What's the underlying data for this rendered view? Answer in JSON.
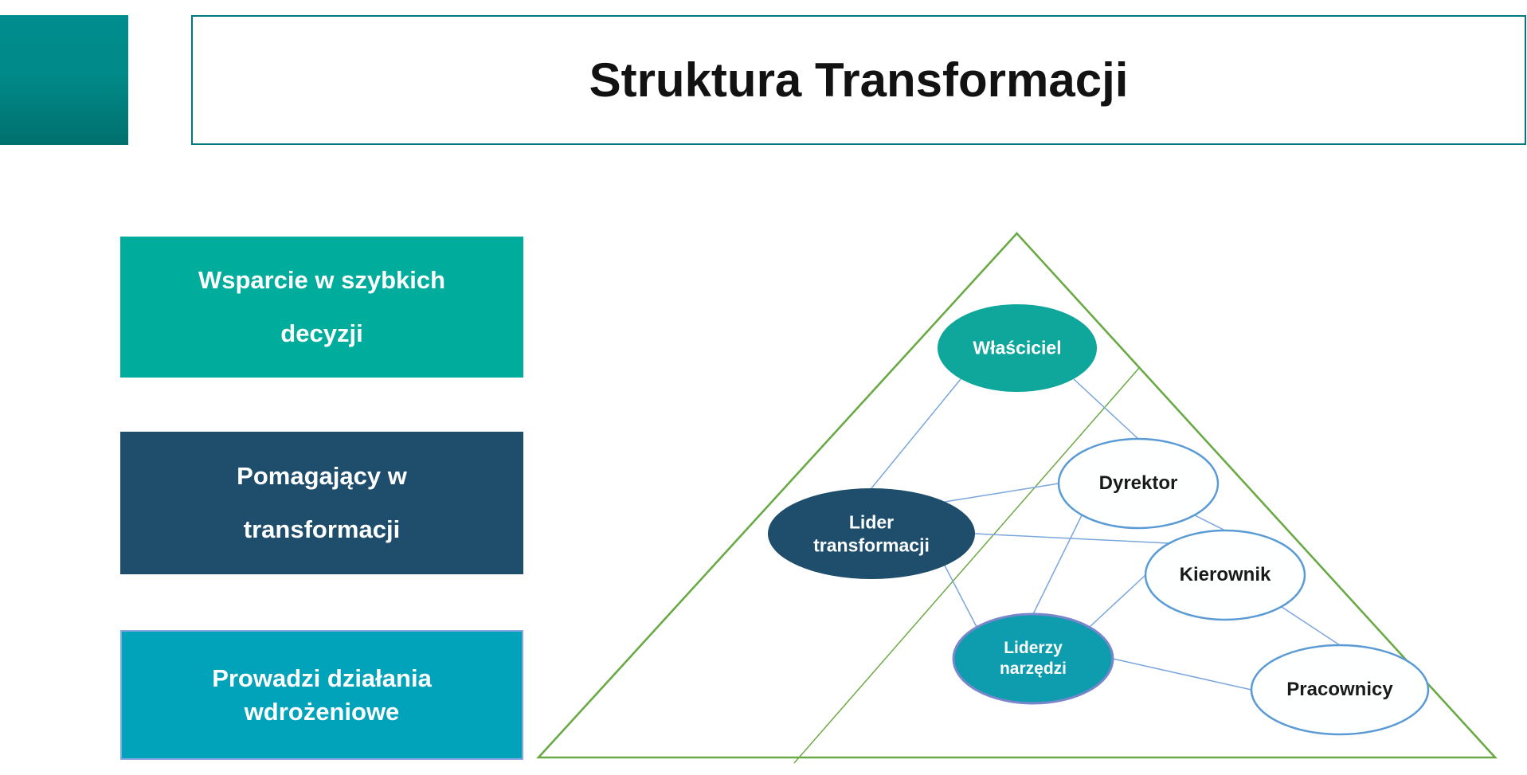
{
  "header": {
    "title": "Struktura Transformacji"
  },
  "legend_boxes": [
    {
      "label": "Wsparcie w szybkich decyzji",
      "lines": [
        "Wsparcie w szybkich",
        "decyzji"
      ],
      "color": "#00ac9b"
    },
    {
      "label": "Pomagający w transformacji",
      "lines": [
        "Pomagający w",
        "transformacji"
      ],
      "color": "#1e4e6b"
    },
    {
      "label": "Prowadzi działania wdrożeniowe",
      "lines": [
        "Prowadzi działania",
        "wdrożeniowe"
      ],
      "color": "#00a3ba"
    }
  ],
  "colors": {
    "corner_gradient_top": "#008d8d",
    "corner_gradient_bottom": "#00706e",
    "title_border": "#00787e",
    "legend_box3_border": "#84a7e2"
  },
  "diagram": {
    "colors": {
      "triangle_stroke": "#6aaa46",
      "connector_stroke": "#7aa6dc",
      "white_node_border": "#5b9bd5"
    },
    "nodes": [
      {
        "id": "wlasciciel",
        "label": "Właściciel",
        "fill": "#0fa69b",
        "text_color": "#ffffff"
      },
      {
        "id": "lider-transformacji",
        "label": "Lider transformacji",
        "lines": [
          "Lider",
          "transformacji"
        ],
        "fill": "#1e4e6b",
        "text_color": "#ffffff"
      },
      {
        "id": "dyrektor",
        "label": "Dyrektor",
        "fill": "#feffff",
        "stroke": "#5b9bd5",
        "text_color": "#1a1a1a"
      },
      {
        "id": "kierownik",
        "label": "Kierownik",
        "fill": "#feffff",
        "stroke": "#5b9bd5",
        "text_color": "#1a1a1a"
      },
      {
        "id": "liderzy-narzedzi",
        "label": "Liderzy narzędzi",
        "lines": [
          "Liderzy",
          "narzędzi"
        ],
        "fill": "#0e9dae",
        "stroke": "#7a86cc",
        "text_color": "#ffffff"
      },
      {
        "id": "pracownicy",
        "label": "Pracownicy",
        "fill": "#feffff",
        "stroke": "#5b9bd5",
        "text_color": "#1a1a1a"
      }
    ],
    "edges": [
      [
        "wlasciciel",
        "lider-transformacji"
      ],
      [
        "wlasciciel",
        "dyrektor"
      ],
      [
        "lider-transformacji",
        "dyrektor"
      ],
      [
        "lider-transformacji",
        "kierownik"
      ],
      [
        "lider-transformacji",
        "liderzy-narzedzi"
      ],
      [
        "dyrektor",
        "liderzy-narzedzi"
      ],
      [
        "dyrektor",
        "kierownik"
      ],
      [
        "kierownik",
        "pracownicy"
      ],
      [
        "liderzy-narzedzi",
        "kierownik"
      ],
      [
        "liderzy-narzedzi",
        "pracownicy"
      ]
    ]
  }
}
